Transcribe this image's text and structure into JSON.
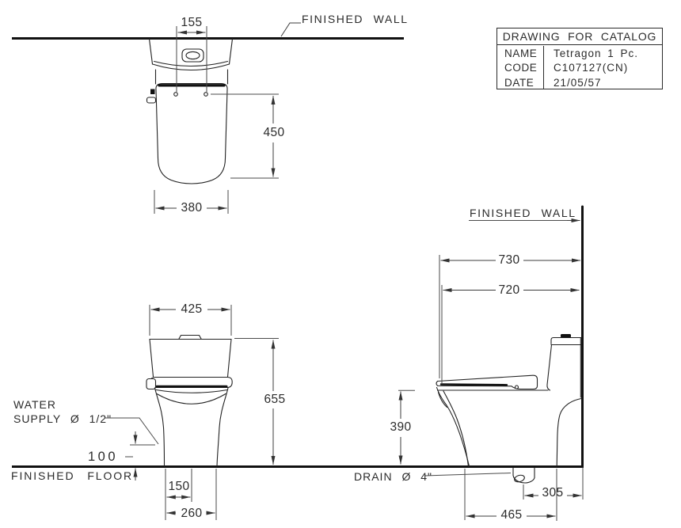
{
  "drawing": {
    "title_block": {
      "title": "DRAWING FOR CATALOG",
      "rows": [
        {
          "label": "NAME",
          "value": "Tetragon 1 Pc."
        },
        {
          "label": "CODE",
          "value": "C107127(CN)"
        },
        {
          "label": "DATE",
          "value": "21/05/57"
        }
      ]
    },
    "labels": {
      "finished_wall_top": "FINISHED WALL",
      "finished_wall_side": "FINISHED WALL",
      "finished_floor": "FINISHED FLOOR",
      "water_supply_line1": "WATER",
      "water_supply_line2": "SUPPLY Ø 1/2\"",
      "drain": "DRAIN Ø 4\""
    },
    "views": {
      "top": {
        "dims": {
          "hinge_spacing": "155",
          "seat_length": "450",
          "seat_width": "380"
        }
      },
      "front": {
        "dims": {
          "tank_width": "425",
          "total_height": "655",
          "supply_height": "100",
          "base_offset": "150",
          "base_width": "260"
        }
      },
      "side": {
        "dims": {
          "total_depth": "730",
          "bowl_depth": "720",
          "rim_height": "390",
          "drain_to_wall": "305",
          "base_depth": "465"
        }
      }
    },
    "colors": {
      "object_line": "#222222",
      "dimension_line": "#4a4a4a",
      "background": "#ffffff"
    }
  }
}
